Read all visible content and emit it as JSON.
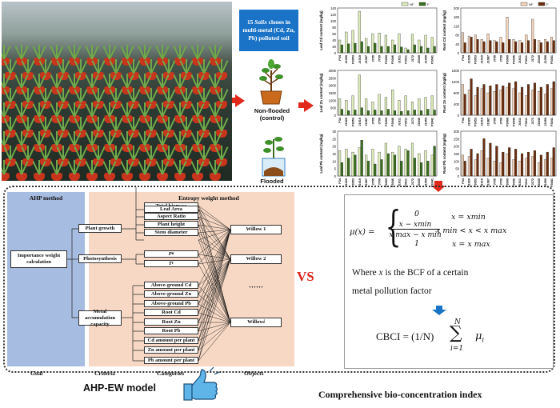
{
  "top": {
    "salix_box": {
      "line1": "15 ",
      "italic": "Salix",
      "line1b": " clones in",
      "line2": "multi-metal (Cd, Zn,",
      "line3": "Pb) polluted soil"
    },
    "non_flooded_label": "Non-flooded",
    "control_label": "(control)",
    "flooded_label": "Flooded"
  },
  "colors": {
    "arrow": "#e0281b",
    "salix_box": "#1a73c7",
    "ahp_column": "#a6bce0",
    "ew_column": "#f6d8c4",
    "leaf_light": "#dcebb8",
    "leaf_dark": "#3b6e1f",
    "root_light": "#f3d3b8",
    "root_dark": "#6b2e0e",
    "vs": "#d9261c",
    "down_arrow": "#1a73c7"
  },
  "chart_data": [
    {
      "type": "bar",
      "panel": "leaf-cd",
      "ylabel": "Leaf Cd content (mg/kg)",
      "yticks": [
        "0",
        "20",
        "40",
        "60",
        "80",
        "100",
        "120",
        "140"
      ],
      "ylim": [
        0,
        140
      ],
      "legend": [
        "NF",
        "F"
      ],
      "categories": [
        "P34",
        "J1020",
        "P3053",
        "J1010",
        "J1087",
        "J795",
        "J799",
        "P3009",
        "P3046",
        "J1011",
        "P3011",
        "J172",
        "J3049",
        "J1050",
        "P3041"
      ],
      "series": [
        {
          "name": "NF",
          "values": [
            40,
            65,
            70,
            130,
            45,
            60,
            62,
            55,
            40,
            60,
            15,
            58,
            40,
            55,
            48
          ]
        },
        {
          "name": "F",
          "values": [
            25,
            28,
            30,
            35,
            20,
            30,
            20,
            20,
            25,
            18,
            10,
            25,
            20,
            15,
            20
          ]
        }
      ]
    },
    {
      "type": "bar",
      "panel": "root-cd",
      "ylabel": "Root Cd content (mg/kg)",
      "yticks": [
        "0",
        "40",
        "80",
        "120",
        "160",
        "200"
      ],
      "ylim": [
        0,
        200
      ],
      "legend": [
        "NF",
        "F"
      ],
      "categories": [
        "P34",
        "J1020",
        "P3053",
        "J1010",
        "J1087",
        "J795",
        "J799",
        "P3009",
        "P3046",
        "J1011",
        "P3011",
        "J172",
        "J3049",
        "J1050",
        "P3041"
      ],
      "series": [
        {
          "name": "NF",
          "values": [
            90,
            75,
            80,
            60,
            85,
            55,
            70,
            160,
            60,
            55,
            80,
            150,
            55,
            60,
            70
          ]
        },
        {
          "name": "F",
          "values": [
            45,
            70,
            60,
            50,
            55,
            50,
            45,
            60,
            50,
            45,
            55,
            60,
            45,
            50,
            55
          ]
        }
      ]
    },
    {
      "type": "bar",
      "panel": "leaf-zn",
      "ylabel": "Leaf Zn content (mg/kg)",
      "yticks": [
        "0",
        "500",
        "1000",
        "1500",
        "2000",
        "2500",
        "3000"
      ],
      "ylim": [
        0,
        3000
      ],
      "legend": [],
      "categories": [
        "P34",
        "J1020",
        "P3053",
        "J1010",
        "J1087",
        "J795",
        "J799",
        "P3009",
        "P3046",
        "J1011",
        "P3011",
        "J172",
        "J3049",
        "J1050",
        "P3041"
      ],
      "series": [
        {
          "name": "NF",
          "values": [
            1100,
            1000,
            1300,
            2700,
            1100,
            900,
            1400,
            1200,
            1700,
            1000,
            1300,
            900,
            1100,
            1200,
            1300
          ]
        },
        {
          "name": "F",
          "values": [
            400,
            300,
            350,
            500,
            300,
            350,
            300,
            400,
            300,
            250,
            300,
            350,
            300,
            400,
            350
          ]
        }
      ]
    },
    {
      "type": "bar",
      "panel": "root-zn",
      "ylabel": "Root Zn content (mg/kg)",
      "yticks": [
        "0",
        "400",
        "800",
        "1200",
        "1600"
      ],
      "ylim": [
        0,
        1600
      ],
      "legend": [],
      "categories": [
        "P34",
        "J1020",
        "P3053",
        "J1010",
        "J1087",
        "J795",
        "J799",
        "P3009",
        "P3046",
        "J1011",
        "P3011",
        "J172",
        "J3049",
        "J1050",
        "P3041"
      ],
      "series": [
        {
          "name": "NF",
          "values": [
            1100,
            900,
            700,
            950,
            800,
            850,
            900,
            1000,
            950,
            800,
            700,
            900,
            850,
            750,
            950
          ]
        },
        {
          "name": "F",
          "values": [
            750,
            1300,
            1000,
            1100,
            1050,
            1100,
            1050,
            1150,
            1200,
            1000,
            1100,
            1150,
            1000,
            1100,
            1200
          ]
        }
      ]
    },
    {
      "type": "bar",
      "panel": "leaf-pb",
      "ylabel": "Leaf Pb content (mg/kg)",
      "yticks": [
        "0",
        "5",
        "10",
        "15",
        "20",
        "25",
        "30"
      ],
      "ylim": [
        0,
        30
      ],
      "legend": [],
      "categories": [
        "P34",
        "J1020",
        "P3053",
        "J1010",
        "J1087",
        "J795",
        "J799",
        "P3009",
        "P3046",
        "J1011",
        "P3011",
        "J172",
        "J3049",
        "J1050",
        "P3041"
      ],
      "series": [
        {
          "name": "NF",
          "values": [
            17,
            18,
            16,
            19,
            14,
            18,
            16,
            22,
            16,
            20,
            18,
            22,
            15,
            17,
            14
          ]
        },
        {
          "name": "F",
          "values": [
            9,
            12,
            14,
            24,
            10,
            8,
            11,
            15,
            14,
            10,
            17,
            12,
            9,
            10,
            20
          ]
        }
      ]
    },
    {
      "type": "bar",
      "panel": "root-pb",
      "ylabel": "Root Pb content (mg/kg)",
      "yticks": [
        "0",
        "50",
        "100",
        "150",
        "200",
        "250",
        "300"
      ],
      "ylim": [
        0,
        300
      ],
      "legend": [],
      "categories": [
        "P34",
        "J1020",
        "P3053",
        "J1010",
        "J1087",
        "J795",
        "J799",
        "P3009",
        "P3046",
        "J1011",
        "P3011",
        "J172",
        "J3049",
        "J1050",
        "P3041"
      ],
      "series": [
        {
          "name": "NF",
          "values": [
            140,
            130,
            110,
            170,
            120,
            100,
            90,
            150,
            110,
            100,
            120,
            130,
            90,
            110,
            120
          ]
        },
        {
          "name": "F",
          "values": [
            100,
            180,
            150,
            250,
            220,
            200,
            160,
            190,
            180,
            150,
            160,
            170,
            140,
            160,
            190
          ]
        }
      ]
    }
  ],
  "ahp": {
    "ahp_title": "AHP method",
    "ew_title": "Entropy weight method",
    "goal": "Importance weight calculation",
    "criteria": [
      "Plant growth",
      "Photosynthesis",
      "Metal accumulation capacity"
    ],
    "categories": [
      "Total biomass",
      "Leaf Area",
      "Aspect Ratio",
      "Plant height",
      "Stem diameter",
      "P",
      "T",
      "Above-ground Cd",
      "Above-ground Zn",
      "Above-ground Pb",
      "Root Cd",
      "Root Zn",
      "Root Pb",
      "Cd amount per plant",
      "Zn amount per plant",
      "Pb amount per plant"
    ],
    "photo_subscripts": [
      "n",
      "r"
    ],
    "objects": [
      "Willow 1",
      "Willow 2",
      "······",
      "Willow "
    ],
    "objects_italic_last": "i",
    "footer": [
      "Goal",
      "Criteria",
      "Categories",
      "Objects"
    ]
  },
  "vs": "VS",
  "formula": {
    "mu_left": "μ(x) =",
    "case1_num": "0",
    "case2_num": "x − xmin",
    "case2_den": "x max − x min",
    "case3_num": "1",
    "cond1": "x = xmin",
    "cond2": "x min < x < x max",
    "cond3": "x = x max",
    "where_a": "Where ",
    "where_x": "x",
    "where_b": " is the BCF of a certain",
    "where2": "metal pollution factor",
    "cbci_left": "CBCI = (1/N)",
    "sum_top": "N",
    "sum_bottom": "i=1",
    "mu_i": "μ",
    "mu_i_sub": "i"
  },
  "bottom": {
    "left": "AHP-EW model",
    "right": "Comprehensive bio-concentration index"
  }
}
